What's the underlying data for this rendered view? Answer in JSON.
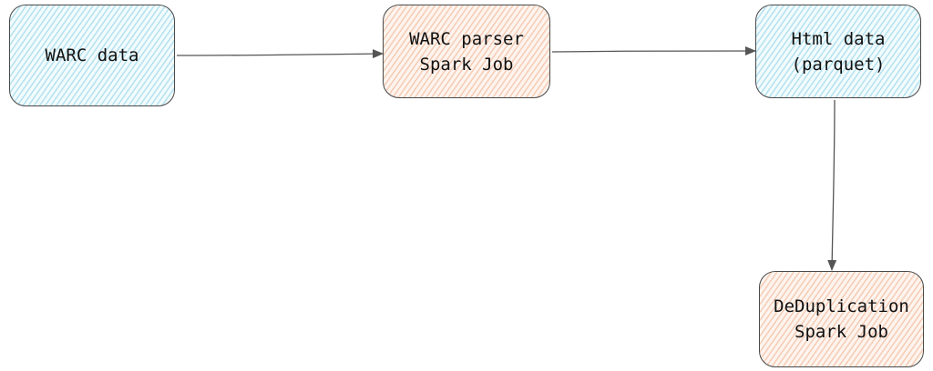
{
  "diagram": {
    "nodes": [
      {
        "id": "warc-data",
        "label": "WARC data",
        "fill": "#bfe9f2"
      },
      {
        "id": "warc-parser",
        "label": "WARC parser\nSpark Job",
        "fill": "#f7c9b0"
      },
      {
        "id": "html-data",
        "label": "Html data\n(parquet)",
        "fill": "#bfe9f2"
      },
      {
        "id": "dedup",
        "label": "DeDuplication\nSpark Job",
        "fill": "#f7c9b0"
      }
    ],
    "edges": [
      {
        "from": "warc-data",
        "to": "warc-parser"
      },
      {
        "from": "warc-parser",
        "to": "html-data"
      },
      {
        "from": "html-data",
        "to": "dedup"
      }
    ],
    "stroke_color": "#4a4a4a"
  }
}
